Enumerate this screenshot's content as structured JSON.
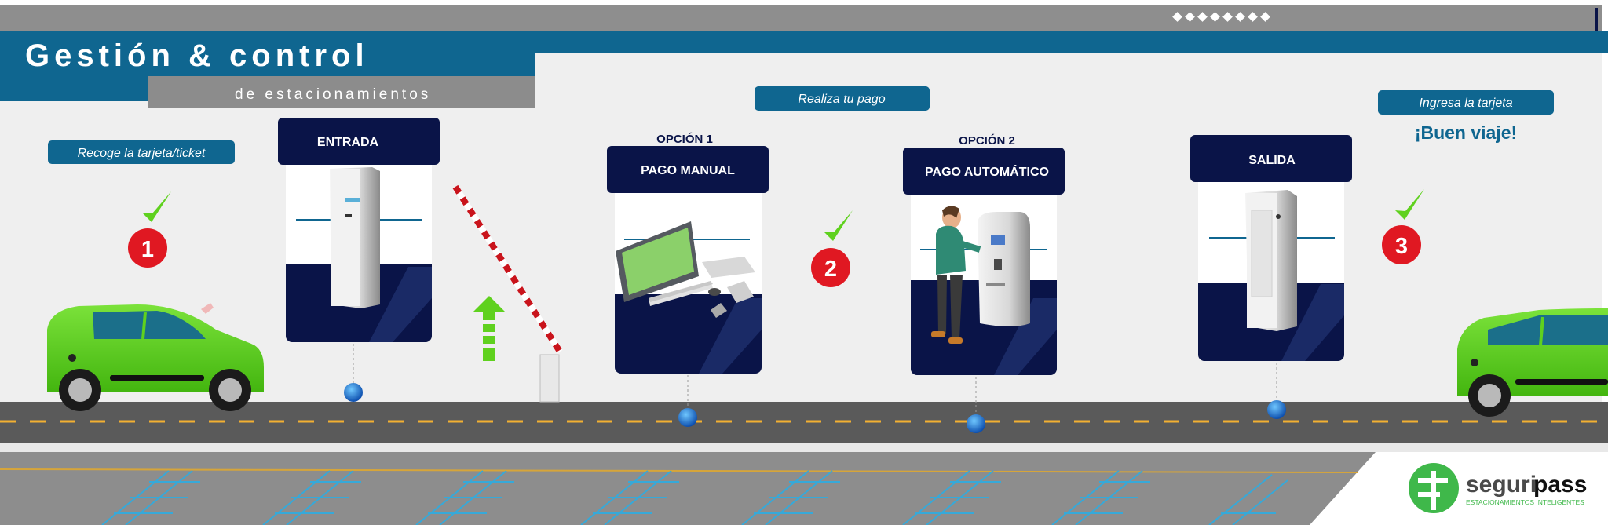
{
  "header": {
    "title": "Gestión & control",
    "subtitle": "de estacionamientos"
  },
  "steps": {
    "step1_label": "Recoge la tarjeta/ticket",
    "step1_number": "1",
    "step2_label": "Realiza tu pago",
    "step2_number": "2",
    "step3_label": "Ingresa la tarjeta",
    "step3_number": "3",
    "farewell": "¡Buen viaje!"
  },
  "stations": {
    "entrance": "ENTRADA",
    "option1_caption": "OPCIÓN 1",
    "option1": "PAGO MANUAL",
    "option2_caption": "OPCIÓN 2",
    "option2": "PAGO AUTOMÁTICO",
    "exit": "SALIDA"
  },
  "brand": {
    "name_prefix": "seguri",
    "name_suffix": "pass",
    "tagline": "ESTACIONAMIENTOS INTELIGENTES"
  },
  "colors": {
    "navy": "#0a1448",
    "teal": "#0f6690",
    "green": "#5fd11e",
    "red": "#e01822",
    "road": "#5a5a5a"
  }
}
